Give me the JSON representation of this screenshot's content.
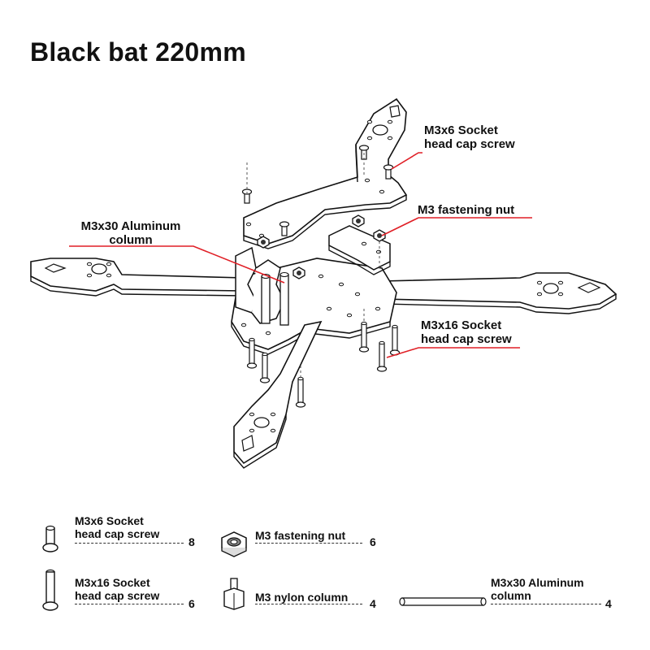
{
  "title": "Black bat 220mm",
  "callouts": {
    "screw_m3x6": {
      "line1": "M3x6 Socket",
      "line2": "head cap screw"
    },
    "nut_m3": {
      "line1": "M3 fastening nut"
    },
    "column_m3x30": {
      "line1": "M3x30 Aluminum",
      "line2": "column"
    },
    "screw_m3x16": {
      "line1": "M3x16 Socket",
      "line2": "head cap screw"
    }
  },
  "legend": [
    {
      "id": "m3x6",
      "line1": "M3x6 Socket",
      "line2": "head cap screw",
      "qty": "8",
      "icon": "short-screw-icon"
    },
    {
      "id": "nut",
      "line1": "M3 fastening nut",
      "line2": "",
      "qty": "6",
      "icon": "hex-nut-icon"
    },
    {
      "id": "m3x16",
      "line1": "M3x16 Socket",
      "line2": "head cap screw",
      "qty": "6",
      "icon": "long-screw-icon"
    },
    {
      "id": "nylon",
      "line1": "M3 nylon column",
      "line2": "",
      "qty": "4",
      "icon": "nylon-standoff-icon"
    },
    {
      "id": "m3x30",
      "line1": "M3x30 Aluminum",
      "line2": "column",
      "qty": "4",
      "icon": "aluminum-column-icon"
    }
  ],
  "colors": {
    "leader_line": "#e01f26",
    "ink": "#111111"
  }
}
